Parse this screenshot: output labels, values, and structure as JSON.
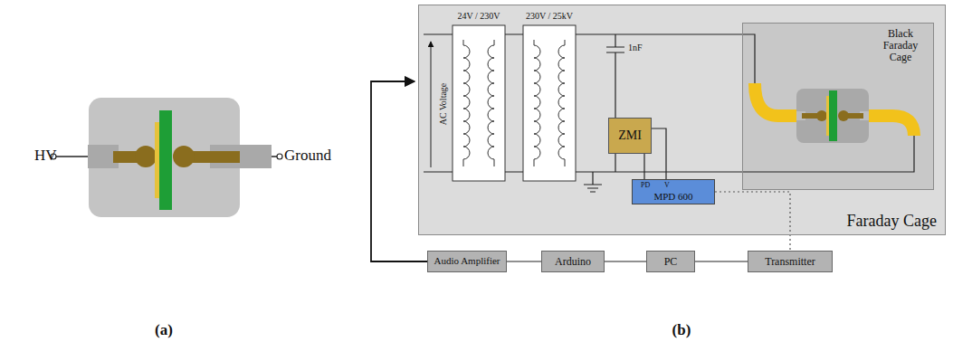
{
  "diagram": {
    "nodes": [
      {
        "text": [
          "Faraday Cage"
        ]
      },
      {
        "text": [
          "Black Faraday Cage"
        ],
        "in": 0
      },
      {
        "text": [
          "ZMI"
        ],
        "in": 0
      },
      {
        "text": [
          "PD",
          "V",
          "MPD 600"
        ],
        "in": 0
      },
      {
        "text": [
          "Audio Amplifier"
        ]
      },
      {
        "text": [
          "Arduino"
        ]
      },
      {
        "text": [
          "PC"
        ]
      },
      {
        "text": [
          "Transmitter"
        ]
      }
    ],
    "edges": [
      {
        "from": 2,
        "to": 3,
        "arrow": "none"
      },
      {
        "from": 2,
        "to": 3,
        "arrow": "none"
      },
      {
        "from": 3,
        "to": 7,
        "arrow": "none"
      },
      {
        "from": 4,
        "to": 5,
        "arrow": "none"
      },
      {
        "from": 5,
        "to": 6,
        "arrow": "none"
      },
      {
        "from": 6,
        "to": 7,
        "arrow": "none"
      }
    ],
    "labels": [
      "HV",
      "Ground",
      "24V / 230V",
      "230V / 25kV",
      "AC Voltage",
      "1nF",
      "(a)",
      "(b)"
    ]
  }
}
